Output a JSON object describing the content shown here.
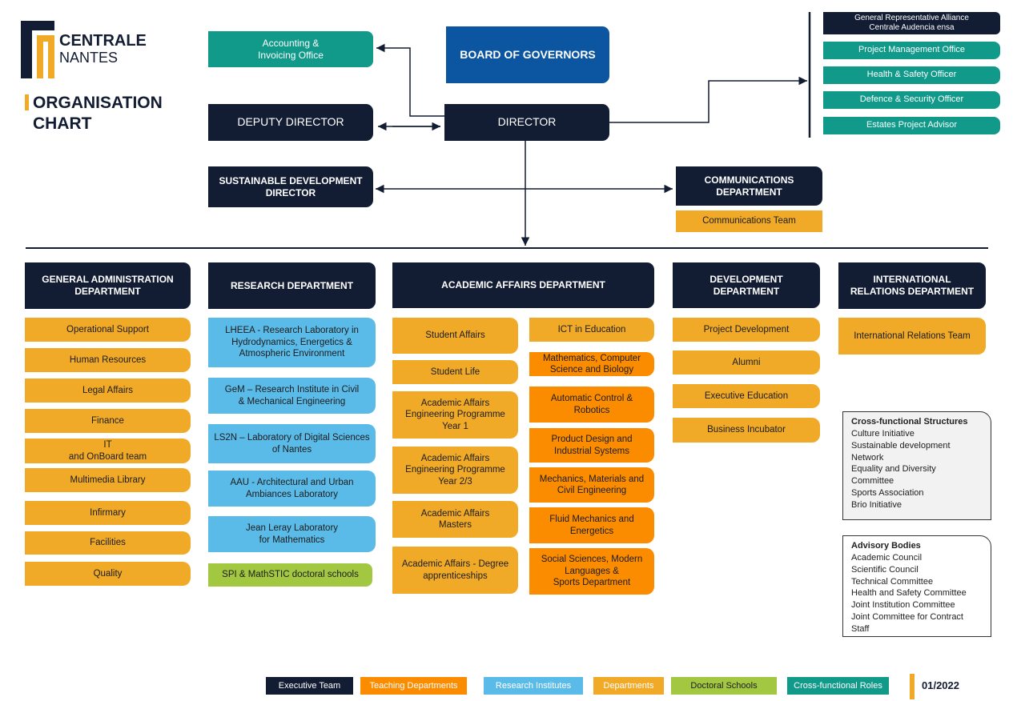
{
  "logo": {
    "line1": "CENTRALE",
    "line2": "NANTES"
  },
  "title": {
    "line1": "ORGANISATION",
    "line2": "CHART"
  },
  "top": {
    "accounting": "Accounting &\nInvoicing Office",
    "board": "BOARD OF GOVERNORS",
    "deputy": "DEPUTY DIRECTOR",
    "director": "DIRECTOR",
    "sustainable": "SUSTAINABLE DEVELOPMENT\nDIRECTOR",
    "communications": "COMMUNICATIONS\nDEPARTMENT",
    "comm_team": "Communications Team"
  },
  "cross_roles": [
    "General Representative Alliance\nCentrale Audencia ensa",
    "Project Management Office",
    "Health & Safety Officer",
    "Defence & Security Officer",
    "Estates Project Advisor"
  ],
  "departments": {
    "admin": {
      "title": "GENERAL ADMINISTRATION\nDEPARTMENT",
      "items": [
        "Operational Support",
        "Human Resources",
        "Legal Affairs",
        "Finance",
        "IT\nand OnBoard team",
        "Multimedia Library",
        "Infirmary",
        "Facilities",
        "Quality"
      ]
    },
    "research": {
      "title": "RESEARCH DEPARTMENT",
      "items": [
        "LHEEA - Research Laboratory in\nHydrodynamics, Energetics &\nAtmospheric Environment",
        "GeM – Research Institute in Civil\n& Mechanical Engineering",
        "LS2N – Laboratory of Digital Sciences\nof Nantes",
        "AAU - Architectural and Urban\nAmbiances Laboratory",
        "Jean Leray Laboratory\nfor Mathematics"
      ],
      "doctoral": "SPI & MathSTIC doctoral schools"
    },
    "academic": {
      "title": "ACADEMIC AFFAIRS DEPARTMENT",
      "left": [
        "Student Affairs",
        "Student Life",
        "Academic Affairs\nEngineering Programme\nYear 1",
        "Academic Affairs\nEngineering Programme\nYear 2/3",
        "Academic Affairs\nMasters",
        "Academic Affairs - Degree\napprenticeships"
      ],
      "ict": "ICT in Education",
      "teaching": [
        "Mathematics, Computer\nScience and Biology",
        "Automatic Control &\nRobotics",
        "Product Design and\nIndustrial Systems",
        "Mechanics, Materials and\nCivil Engineering",
        "Fluid Mechanics and\nEnergetics",
        "Social Sciences, Modern\nLanguages &\nSports Department"
      ]
    },
    "development": {
      "title": "DEVELOPMENT\nDEPARTMENT",
      "items": [
        "Project Development",
        "Alumni",
        "Executive Education",
        "Business Incubator"
      ]
    },
    "international": {
      "title": "INTERNATIONAL\nRELATIONS DEPARTMENT",
      "items": [
        "International Relations Team"
      ]
    }
  },
  "cross_functional": {
    "title": "Cross-functional Structures",
    "items": [
      "Culture Initiative",
      "Sustainable development\nNetwork",
      "Equality and Diversity\nCommittee",
      "Sports Association",
      "Brio Initiative"
    ]
  },
  "advisory": {
    "title": "Advisory Bodies",
    "items": [
      "Academic Council",
      "Scientific Council",
      "Technical Committee",
      "Health and Safety Committee",
      "Joint Institution Committee",
      "Joint Committee for Contract\nStaff"
    ]
  },
  "legend": [
    "Executive Team",
    "Teaching Departments",
    "Research Institutes",
    "Departments",
    "Doctoral Schools",
    "Cross-functional Roles"
  ],
  "date": "01/2022",
  "colors": {
    "executive": "#121c33",
    "teaching": "#fb8c00",
    "research": "#5bbbe8",
    "departments": "#f0aa28",
    "doctoral": "#a2c841",
    "cross": "#11998a",
    "board": "#0c55a0"
  }
}
